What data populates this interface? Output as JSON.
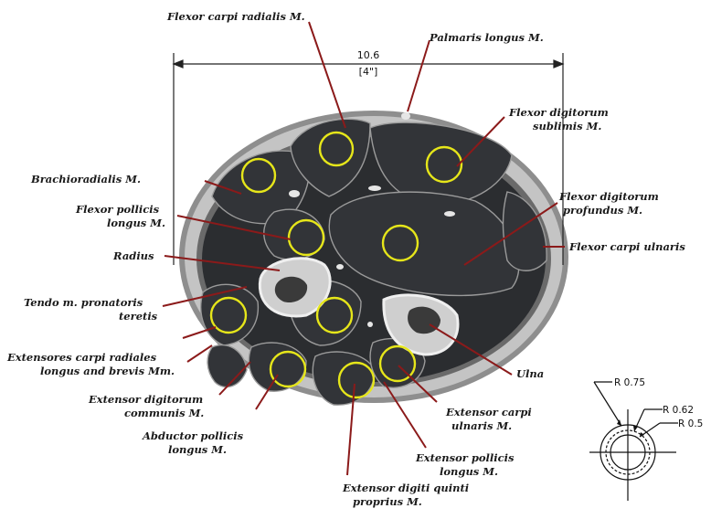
{
  "dimension": {
    "value": "10.6",
    "inches": "[4\"]"
  },
  "colors": {
    "muscle": "#2b2d30",
    "skin": "#bdbdbd",
    "bone": "#c9c9c9",
    "leader": "#8b1a1a",
    "ring": "#e6e61a"
  },
  "labels": [
    {
      "id": "flexor-carpi-radialis",
      "lines": [
        "Flexor carpi radialis M."
      ]
    },
    {
      "id": "palmaris-longus",
      "lines": [
        "Palmaris longus M."
      ]
    },
    {
      "id": "flexor-digitorum-sublimis",
      "lines": [
        "Flexor digitorum",
        "sublimis M."
      ]
    },
    {
      "id": "brachioradialis",
      "lines": [
        "Brachioradialis M."
      ]
    },
    {
      "id": "flexor-digitorum-profundus",
      "lines": [
        "Flexor digitorum",
        "profundus M."
      ]
    },
    {
      "id": "flexor-pollicis-longus",
      "lines": [
        "Flexor pollicis",
        "longus M."
      ]
    },
    {
      "id": "flexor-carpi-ulnaris",
      "lines": [
        "Flexor carpi ulnaris"
      ]
    },
    {
      "id": "radius",
      "lines": [
        "Radius"
      ]
    },
    {
      "id": "tendo-pronatoris",
      "lines": [
        "Tendo m. pronatoris",
        "teretis"
      ]
    },
    {
      "id": "extensores-carpi-radiales",
      "lines": [
        "Extensores carpi radiales",
        "longus and brevis Mm."
      ]
    },
    {
      "id": "ulna",
      "lines": [
        "Ulna"
      ]
    },
    {
      "id": "extensor-digitorum-communis",
      "lines": [
        "Extensor digitorum",
        "communis M."
      ]
    },
    {
      "id": "extensor-carpi-ulnaris",
      "lines": [
        "Extensor carpi",
        "ulnaris M."
      ]
    },
    {
      "id": "abductor-pollicis-longus",
      "lines": [
        "Abductor pollicis",
        "longus M."
      ]
    },
    {
      "id": "extensor-pollicis-longus",
      "lines": [
        "Extensor pollicis",
        "longus M."
      ]
    },
    {
      "id": "extensor-digiti-quinti",
      "lines": [
        "Extensor digiti quinti",
        "proprius M."
      ]
    }
  ],
  "radii": [
    "R 0.75",
    "R 0.62",
    "R 0.5"
  ]
}
